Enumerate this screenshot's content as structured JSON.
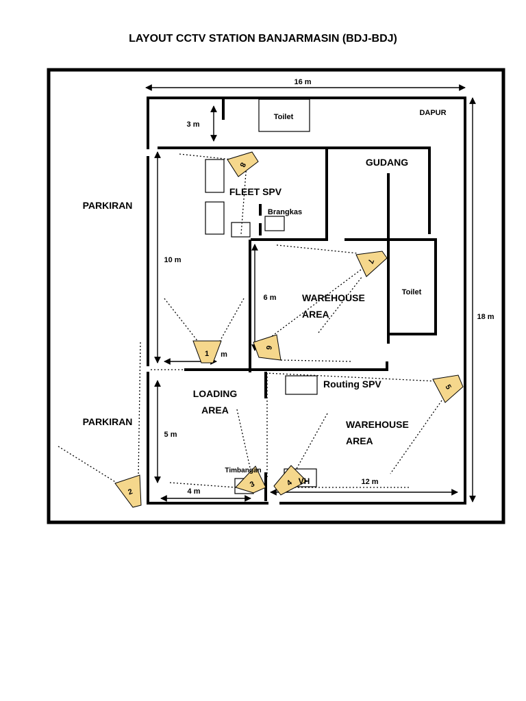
{
  "title": "LAYOUT CCTV STATION BANJARMASIN (BDJ-BDJ)",
  "colors": {
    "camera_fill": "#f5d78c",
    "line": "#000000"
  },
  "rooms": {
    "toilet_top": "Toilet",
    "dapur": "DAPUR",
    "gudang": "GUDANG",
    "fleet_spv": "FLEET SPV",
    "brangkas": "Brangkas",
    "parkiran_top": "PARKIRAN",
    "parkiran_bottom": "PARKIRAN",
    "warehouse_top_1": "WAREHOUSE",
    "warehouse_top_2": "AREA",
    "toilet_right": "Toilet",
    "routing_spv": "Routing SPV",
    "loading_1": "LOADING",
    "loading_2": "AREA",
    "warehouse_bottom_1": "WAREHOUSE",
    "warehouse_bottom_2": "AREA",
    "timbangan": "Timbangan",
    "vh": "VH"
  },
  "dimensions": {
    "width_total": "16 m",
    "height_total": "18 m",
    "corridor": "3 m",
    "left_height": "10 m",
    "warehouse_height": "6 m",
    "camera1_width": "m",
    "loading_height": "5 m",
    "loading_width": "4 m",
    "warehouse_width": "12 m"
  },
  "cameras": [
    "1",
    "2",
    "3",
    "4",
    "5",
    "6",
    "7",
    "8"
  ]
}
